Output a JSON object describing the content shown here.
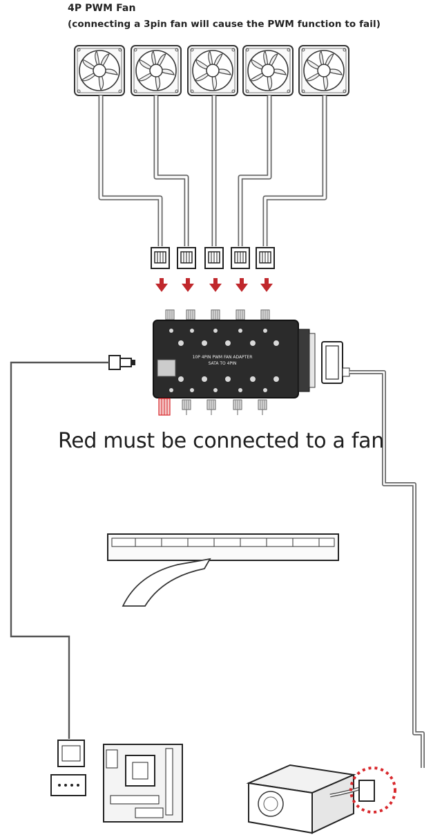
{
  "header": {
    "title": "4P PWM Fan",
    "subtitle": "(connecting a 3pin fan will cause the PWM function to fail)"
  },
  "hub": {
    "board_text_line1": "10P 4PIN PWM FAN ADAPTER",
    "board_text_line2": "SATA TO 4PIN"
  },
  "notice": "Red must be connected to a fan",
  "fans": [
    {
      "name": "fan-1"
    },
    {
      "name": "fan-2"
    },
    {
      "name": "fan-3"
    },
    {
      "name": "fan-4"
    },
    {
      "name": "fan-5"
    }
  ],
  "colors": {
    "arrow": "#c0282c",
    "highlight": "#d8282c",
    "cable": "#7d7d7d",
    "board": "#2b2b2b"
  },
  "icons": [
    "fan-icon",
    "down-arrow-icon",
    "motherboard-icon",
    "psu-icon",
    "sata-connector-icon",
    "ribbon-cable-icon"
  ]
}
